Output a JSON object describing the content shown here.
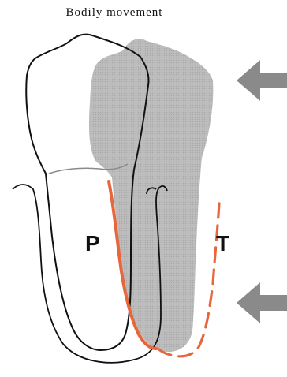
{
  "title": "Bodily movement",
  "labels": {
    "pressure": "P",
    "tension": "T"
  },
  "colors": {
    "tooth_fill": "#b9b9b9",
    "outline": "#111111",
    "ligament": "#e8663c",
    "arrow": "#8a8a8a"
  },
  "icons": {
    "force_arrow_top": "arrow-left-icon",
    "force_arrow_bottom": "arrow-left-icon"
  }
}
